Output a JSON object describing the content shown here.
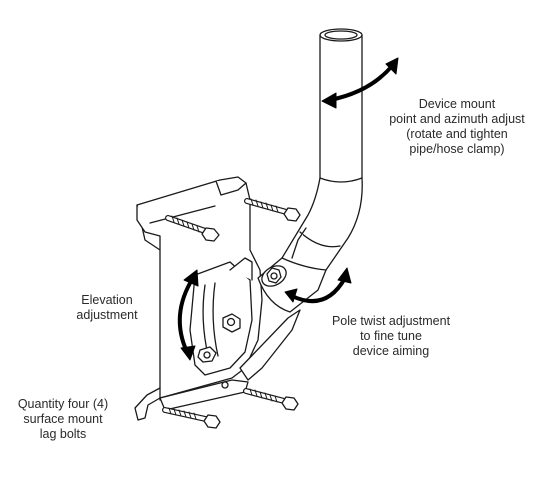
{
  "labels": {
    "device_mount": [
      "Device mount",
      "point and azimuth adjust",
      "(rotate and tighten",
      "pipe/hose clamp)"
    ],
    "elevation": [
      "Elevation",
      "adjustment"
    ],
    "pole_twist": [
      "Pole twist adjustment",
      "to fine tune",
      "device aiming"
    ],
    "lag_bolts": [
      "Quantity four (4)",
      "surface mount",
      "lag bolts"
    ]
  },
  "colors": {
    "line": "#1a1a1a",
    "arrow": "#000000",
    "text": "#2a2a2a"
  }
}
